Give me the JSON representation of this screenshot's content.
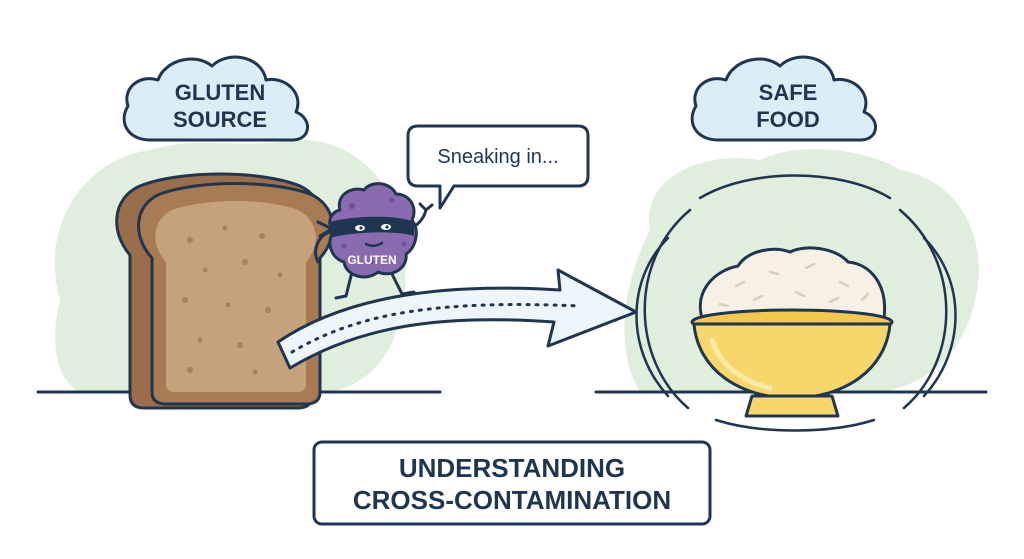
{
  "labels": {
    "gluten_source_line1": "GLUTEN",
    "gluten_source_line2": "SOURCE",
    "safe_food_line1": "SAFE",
    "safe_food_line2": "FOOD",
    "speech_bubble": "Sneaking in...",
    "character_badge": "GLUTEN"
  },
  "title": {
    "line1": "UNDERSTANDING",
    "line2": "CROSS-CONTAMINATION"
  },
  "icons": [
    "cloud-icon",
    "bread-icon",
    "gluten-character-icon",
    "arrow-icon",
    "rice-bowl-icon"
  ],
  "colors": {
    "outline": "#1f3550",
    "cloud_fill": "#dcedf7",
    "blob_green": "#dfeedd",
    "bread_crust": "#9a6e4a",
    "bread_crumb": "#c4a27c",
    "character": "#8a6bb0",
    "bowl": "#f5d76b",
    "rice": "#f6f1e4",
    "arrow_fill": "#eef6fb"
  }
}
